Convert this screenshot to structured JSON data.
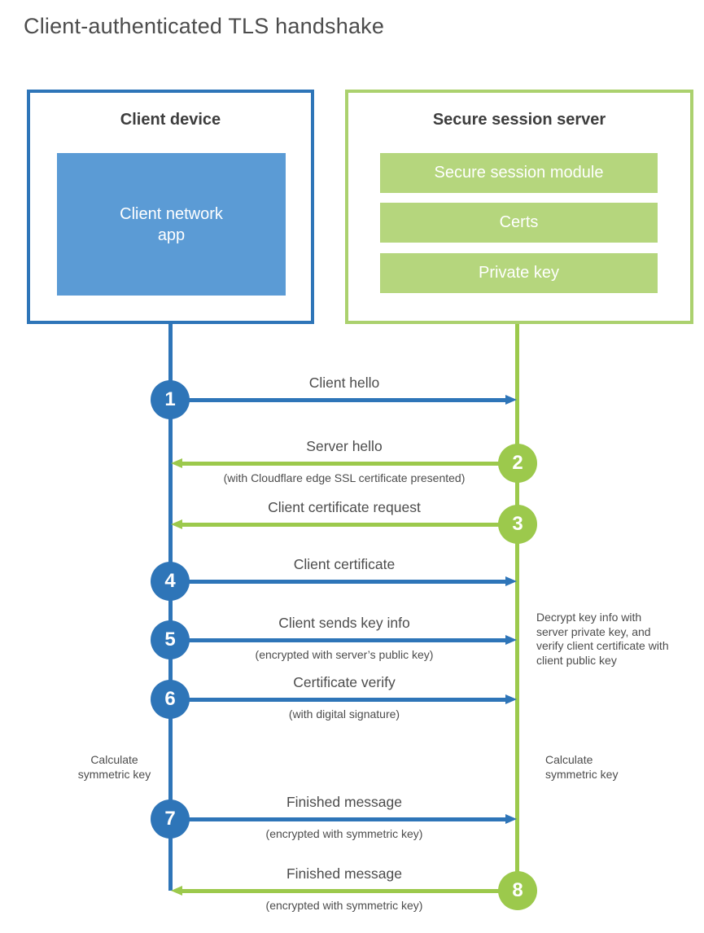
{
  "title": "Client-authenticated TLS handshake",
  "client": {
    "title": "Client device",
    "app_label": "Client network app"
  },
  "server": {
    "title": "Secure session server",
    "modules": [
      "Secure session module",
      "Certs",
      "Private key"
    ]
  },
  "steps": [
    {
      "num": "1",
      "label": "Client hello",
      "direction": "right",
      "actor": "client"
    },
    {
      "num": "2",
      "label": "Server hello",
      "sub": "(with Cloudflare edge SSL certificate presented)",
      "direction": "left",
      "actor": "server"
    },
    {
      "num": "3",
      "label": "Client certificate request",
      "direction": "left",
      "actor": "server"
    },
    {
      "num": "4",
      "label": "Client certificate",
      "direction": "right",
      "actor": "client"
    },
    {
      "num": "5",
      "label": "Client sends key info",
      "sub": "(encrypted with server’s public key)",
      "direction": "right",
      "actor": "client"
    },
    {
      "num": "6",
      "label": "Certificate verify",
      "sub": "(with digital signature)",
      "direction": "right",
      "actor": "client"
    },
    {
      "num": "7",
      "label": "Finished message",
      "sub": "(encrypted with symmetric key)",
      "direction": "right",
      "actor": "client"
    },
    {
      "num": "8",
      "label": "Finished message",
      "sub": "(encrypted with symmetric key)",
      "direction": "left",
      "actor": "server"
    }
  ],
  "notes": {
    "decrypt": "Decrypt key info with server private key, and verify client certificate with client public key",
    "calc_left": "Calculate symmetric key",
    "calc_right": "Calculate symmetric key"
  },
  "colors": {
    "blue": "#2e75b8",
    "blue_fill": "#5b9bd5",
    "green": "#9cc94c",
    "green_border": "#abd16e",
    "green_fill": "#b5d67d"
  }
}
